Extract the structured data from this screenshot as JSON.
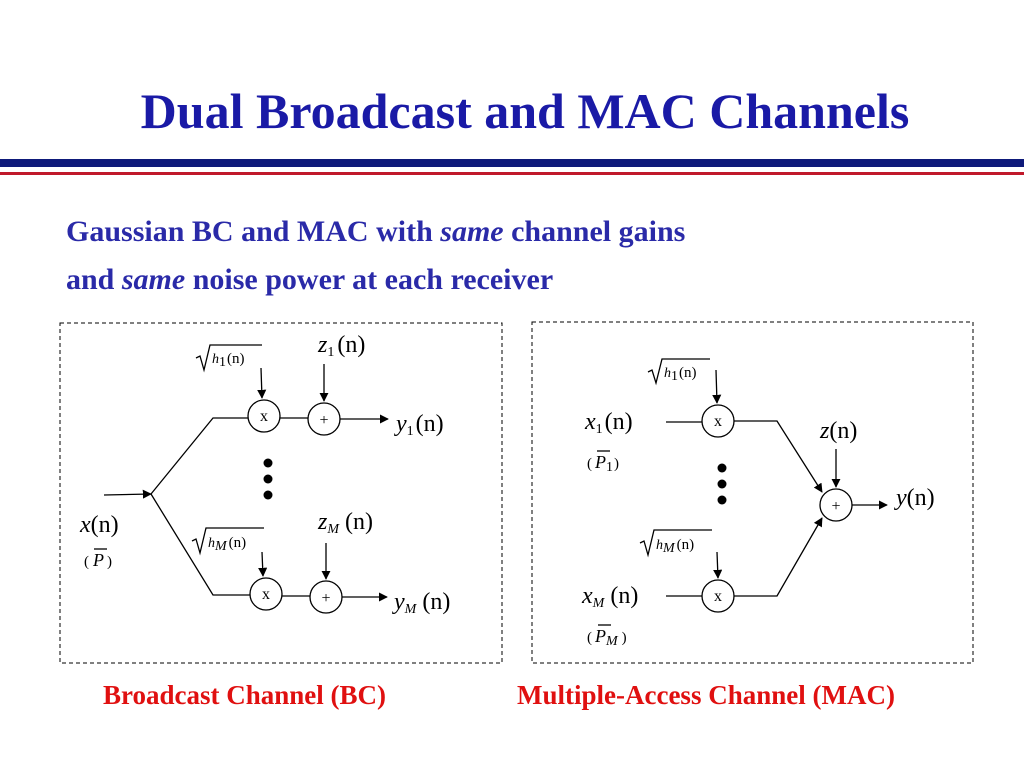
{
  "slide": {
    "title": "Dual Broadcast and MAC Channels",
    "subtitle_line1_a": "Gaussian BC and MAC with ",
    "subtitle_line1_em": "same",
    "subtitle_line1_b": " channel gains",
    "subtitle_line2_a": "and ",
    "subtitle_line2_em": "same",
    "subtitle_line2_b": " noise power at each receiver"
  },
  "bc": {
    "caption": "Broadcast Channel (BC)",
    "input_x": "x",
    "input_arg": "(n)",
    "input_power": "P",
    "gain_top_h": "h",
    "gain_top_sub": "1",
    "gain_arg": "(n)",
    "gain_bot_h": "h",
    "gain_bot_sub": "M",
    "noise_top_z": "z",
    "noise_top_sub": "1",
    "noise_arg": "(n)",
    "noise_bot_z": "z",
    "noise_bot_sub": "M",
    "out_top_y": "y",
    "out_top_sub": "1",
    "out_arg": "(n)",
    "out_bot_y": "y",
    "out_bot_sub": "M",
    "mult": "x",
    "add": "+"
  },
  "mac": {
    "caption": "Multiple-Access Channel (MAC)",
    "in_top_x": "x",
    "in_top_sub": "1",
    "in_arg": "(n)",
    "in_top_power": "P",
    "in_top_power_sub": "1",
    "in_bot_x": "x",
    "in_bot_sub": "M",
    "in_bot_power": "P",
    "in_bot_power_sub": "M",
    "gain_top_h": "h",
    "gain_top_sub": "1",
    "gain_arg": "(n)",
    "gain_bot_h": "h",
    "gain_bot_sub": "M",
    "noise_z": "z",
    "noise_arg": "(n)",
    "out_y": "y",
    "out_arg": "(n)",
    "mult": "x",
    "add": "+"
  }
}
